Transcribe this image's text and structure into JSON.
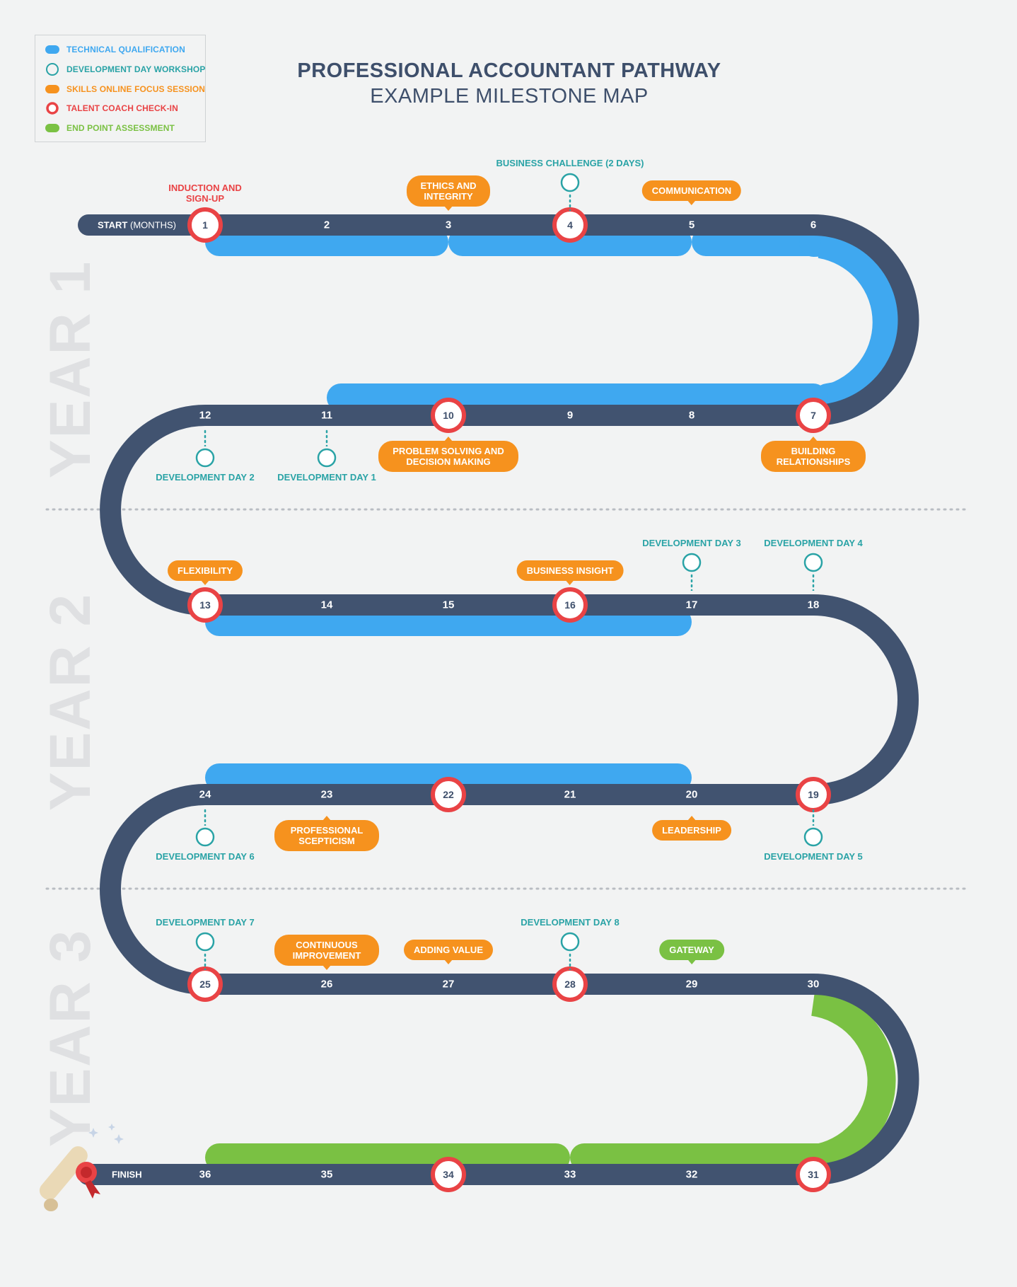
{
  "title": {
    "line1": "PROFESSIONAL ACCOUNTANT PATHWAY",
    "line2": "EXAMPLE MILESTONE MAP"
  },
  "colors": {
    "road": "#415370",
    "technical": "#3fa8f0",
    "workshop": "#2aa3a6",
    "skills": "#f6921e",
    "coach": "#e94345",
    "epa": "#7ac143",
    "year": "#dfe0e2"
  },
  "legend": [
    {
      "icon": "technical-pill-icon",
      "label": "TECHNICAL QUALIFICATION",
      "color": "#3fa8f0"
    },
    {
      "icon": "workshop-compass-icon",
      "label": "DEVELOPMENT DAY WORKSHOP",
      "color": "#2aa3a6"
    },
    {
      "icon": "skills-pill-icon",
      "label": "SKILLS ONLINE FOCUS SESSION",
      "color": "#f6921e"
    },
    {
      "icon": "coach-ring-icon",
      "label": "TALENT COACH CHECK-IN",
      "color": "#e94345"
    },
    {
      "icon": "epa-pill-icon",
      "label": "END POINT ASSESSMENT",
      "color": "#7ac143"
    }
  ],
  "years": [
    "YEAR 1",
    "YEAR 2",
    "YEAR 3"
  ],
  "start": {
    "label": "START",
    "sub": "(MONTHS)"
  },
  "finish": {
    "label": "FINISH"
  },
  "months": [
    "1",
    "2",
    "3",
    "4",
    "5",
    "6",
    "7",
    "8",
    "9",
    "10",
    "11",
    "12",
    "13",
    "14",
    "15",
    "16",
    "17",
    "18",
    "19",
    "20",
    "21",
    "22",
    "23",
    "24",
    "25",
    "26",
    "27",
    "28",
    "29",
    "30",
    "31",
    "32",
    "33",
    "34",
    "35",
    "36"
  ],
  "coach_checkins": [
    "1",
    "4",
    "7",
    "10",
    "13",
    "16",
    "19",
    "22",
    "25",
    "28",
    "31",
    "34"
  ],
  "coach_labels": [
    {
      "month": "1",
      "text": "INDUCTION AND SIGN-UP"
    }
  ],
  "workshops": [
    {
      "month": "4",
      "text": "BUSINESS CHALLENGE (2 DAYS)"
    },
    {
      "month": "11",
      "text": "DEVELOPMENT DAY 1"
    },
    {
      "month": "12",
      "text": "DEVELOPMENT DAY 2"
    },
    {
      "month": "17",
      "text": "DEVELOPMENT DAY 3"
    },
    {
      "month": "18",
      "text": "DEVELOPMENT DAY 4"
    },
    {
      "month": "19",
      "text": "DEVELOPMENT DAY 5"
    },
    {
      "month": "24",
      "text": "DEVELOPMENT DAY 6"
    },
    {
      "month": "25",
      "text": "DEVELOPMENT DAY 7"
    },
    {
      "month": "28",
      "text": "DEVELOPMENT DAY 8"
    }
  ],
  "skills_sessions": [
    {
      "month": "3",
      "text": "ETHICS AND INTEGRITY"
    },
    {
      "month": "5",
      "text": "COMMUNICATION"
    },
    {
      "month": "7",
      "text": "BUILDING RELATIONSHIPS"
    },
    {
      "month": "10",
      "text": "PROBLEM SOLVING AND DECISION MAKING"
    },
    {
      "month": "13",
      "text": "FLEXIBILITY"
    },
    {
      "month": "16",
      "text": "BUSINESS INSIGHT"
    },
    {
      "month": "20",
      "text": "LEADERSHIP"
    },
    {
      "month": "23",
      "text": "PROFESSIONAL SCEPTICISM"
    },
    {
      "month": "26",
      "text": "CONTINUOUS IMPROVEMENT"
    },
    {
      "month": "27",
      "text": "ADDING VALUE"
    }
  ],
  "gateway": {
    "month": "29",
    "text": "GATEWAY"
  }
}
